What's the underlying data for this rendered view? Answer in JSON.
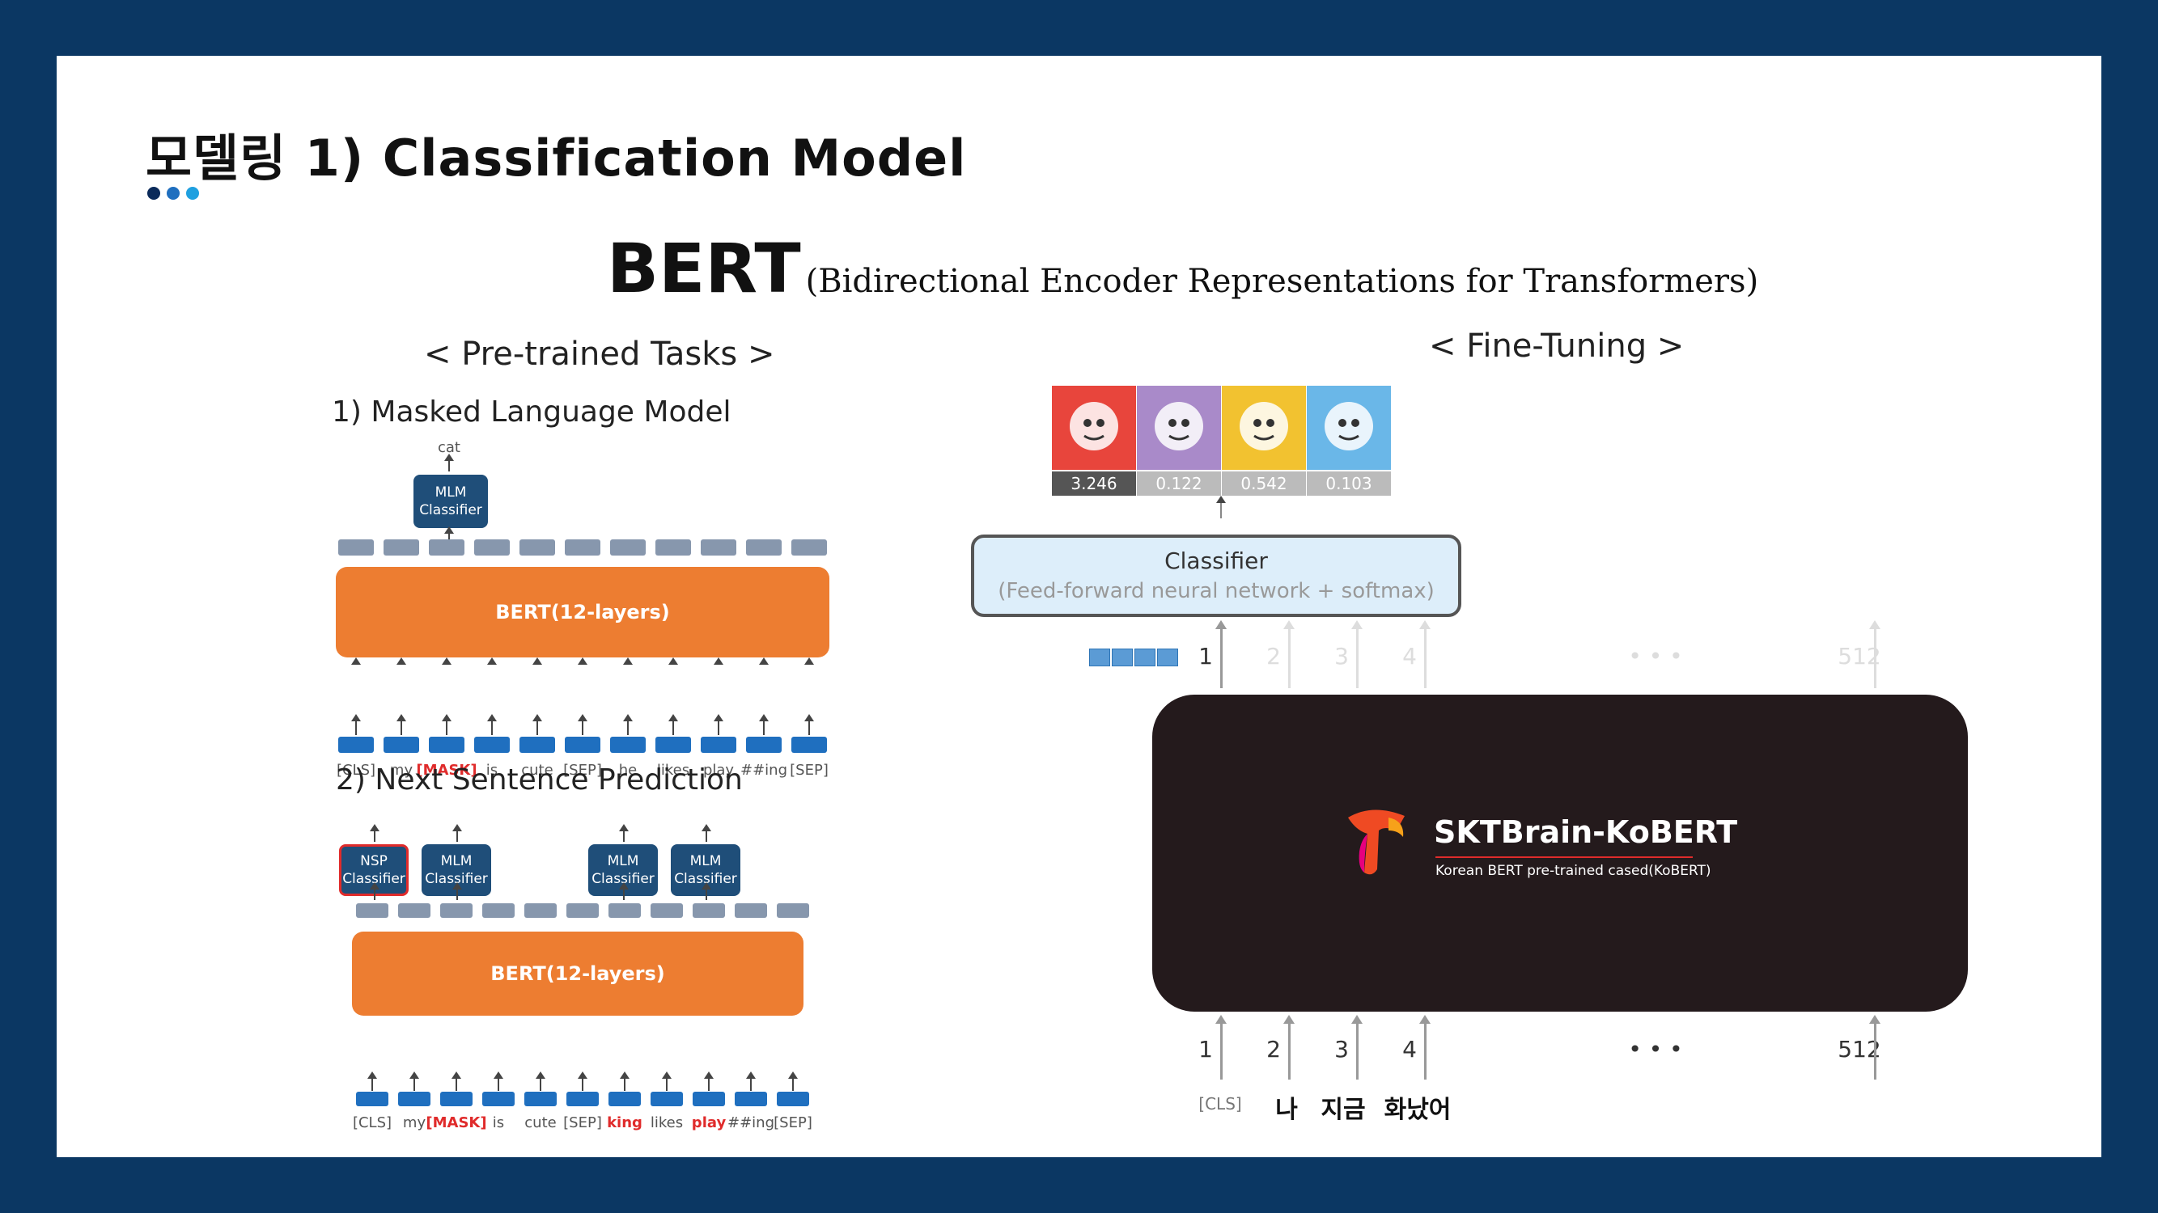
{
  "title": "모델링 1) Classification Model",
  "title_dot_colors": [
    "#0b2a5a",
    "#1f6fbf",
    "#1fa0e0"
  ],
  "bert_heading": {
    "word": "BERT",
    "expansion": "(Bidirectional Encoder Representations for Transformers)"
  },
  "pretrained": {
    "header": "< Pre-trained Tasks >",
    "mlm": {
      "caption": "1) Masked Language Model",
      "output_word": "cat",
      "classifier_line1": "MLM",
      "classifier_line2": "Classifier",
      "bert_label": "BERT(12-layers)",
      "tokens": [
        "[CLS]",
        "my",
        "[MASK]",
        "is",
        "cute",
        "[SEP]",
        "he",
        "likes",
        "play",
        "##ing",
        "[SEP]"
      ],
      "highlighted_tokens": [
        "[MASK]"
      ]
    },
    "nsp": {
      "caption": "2) Next Sentence Prediction",
      "nsp_line1": "NSP",
      "nsp_line2": "Classifier",
      "mlm_line1": "MLM",
      "mlm_line2": "Classifier",
      "bert_label": "BERT(12-layers)",
      "tokens": [
        "[CLS]",
        "my",
        "[MASK]",
        "is",
        "cute",
        "[SEP]",
        "king",
        "likes",
        "play",
        "##ing",
        "[SEP]"
      ],
      "highlighted_tokens": [
        "[MASK]",
        "king",
        "play"
      ]
    }
  },
  "finetuning": {
    "header": "< Fine-Tuning >",
    "scores": [
      "3.246",
      "0.122",
      "0.542",
      "0.103"
    ],
    "avatar_colors": [
      "#e8453c",
      "#a98ac9",
      "#f2c230",
      "#6ab7e8"
    ],
    "classifier_title": "Classifier",
    "classifier_sub": "(Feed-forward neural network + softmax)",
    "top_positions": [
      "1",
      "2",
      "3",
      "4",
      "• • •",
      "512"
    ],
    "bottom_positions": [
      "1",
      "2",
      "3",
      "4",
      "• • •",
      "512"
    ],
    "model_name": "SKTBrain-KoBERT",
    "model_desc": "Korean BERT pre-trained cased(KoBERT)",
    "input_tokens": [
      "[CLS]",
      "나",
      "지금",
      "화났어"
    ]
  }
}
